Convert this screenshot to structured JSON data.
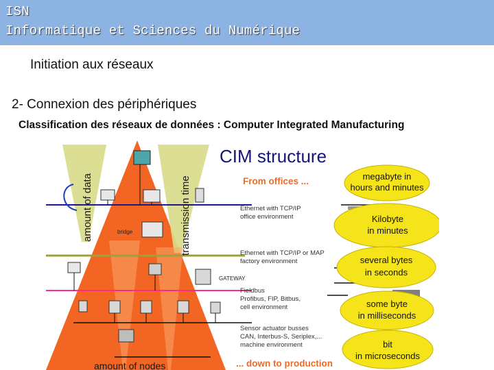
{
  "header": {
    "line1": "ISN",
    "line2": "Informatique et Sciences du Numérique"
  },
  "subtitle": "Initiation aux réseaux",
  "section": "2- Connexion des périphériques",
  "caption": "Classification des réseaux de données : Computer Integrated Manufacturing",
  "diagram": {
    "title": "CIM structure",
    "from_offices": "From offices ...",
    "down_to_production": "... down to production",
    "amount_of_data": "amount of data",
    "transmission_time": "transmission time",
    "amount_of_nodes": "amount of nodes",
    "gateway": "GATEWAY",
    "bridge": "bridge",
    "levels": [
      {
        "line1": "megabyte in",
        "line2": "hours and minutes"
      },
      {
        "line1": "Kilobyte",
        "line2": "in minutes"
      },
      {
        "line1": "several bytes",
        "line2": "in seconds"
      },
      {
        "line1": "some byte",
        "line2": "in milliseconds"
      },
      {
        "line1": "bit",
        "line2": "in microseconds"
      }
    ],
    "networks": [
      {
        "line1": "Ethernet with TCP/IP",
        "line2": "office environment"
      },
      {
        "line1": "Ethernet with TCP/IP or MAP",
        "line2": "factory environment"
      },
      {
        "line1": "Fieldbus",
        "line2": "Profibus, FIP, Bitbus,",
        "line3": "cell environment"
      },
      {
        "line1": "Sensor actuator busses",
        "line2": "CAN, Interbus-S, Seriplex,...",
        "line3": "machine environment"
      }
    ]
  },
  "colors": {
    "header": "#8db3e2",
    "pyramid": "#f26522",
    "cone": "#d9dc8a",
    "ellipse": "#f6e41a",
    "accent_text": "#e86d2c",
    "title": "#16157a"
  }
}
